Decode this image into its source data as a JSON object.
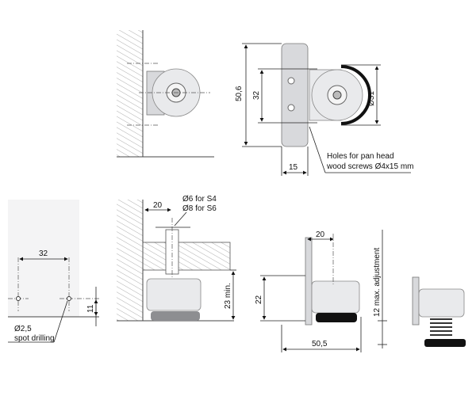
{
  "views": {
    "top_right": {
      "height_label": "50,6",
      "hole_spacing_label": "32",
      "diameter_label": "Ø31",
      "plate_width_label": "15",
      "note_line1": "Holes for pan head",
      "note_line2": "wood screws Ø4x15 mm"
    },
    "bottom_left": {
      "spacing_label": "32",
      "edge_distance_label": "11",
      "drill_label_line1": "Ø2,5",
      "drill_label_line2": "spot drilling"
    },
    "bottom_middle": {
      "offset_label": "20",
      "hole_label_line1": "Ø6 for S4",
      "hole_label_line2": "Ø8 for S6",
      "min_height_label": "23 min."
    },
    "bottom_right": {
      "offset_label": "20",
      "height_label": "22",
      "width_label": "50,5",
      "adjustment_label": "12 max. adjustment"
    }
  },
  "colors": {
    "line": "#222222",
    "part": "#e9eaec",
    "foot": "#111111",
    "hatch": "#999999"
  }
}
